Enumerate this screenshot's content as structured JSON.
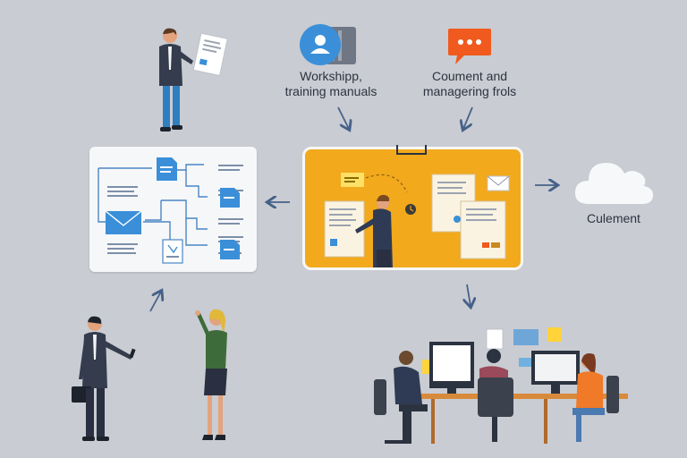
{
  "labels": {
    "workshop_line1": "Workshipp,",
    "workshop_line2": "training manuals",
    "comment_line1": "Coument and",
    "comment_line2": "managering frols",
    "cloud_label": "Culement"
  },
  "colors": {
    "background": "#c9ccd2",
    "accent_blue": "#3a8fd8",
    "accent_orange": "#f2a91c",
    "accent_red_orange": "#f05a1e",
    "ink": "#2c3340"
  },
  "icons": {
    "user_icon": "user-icon",
    "chat_icon": "chat-bubble-icon",
    "cloud_icon": "cloud-icon",
    "envelope_icon": "envelope-icon"
  }
}
